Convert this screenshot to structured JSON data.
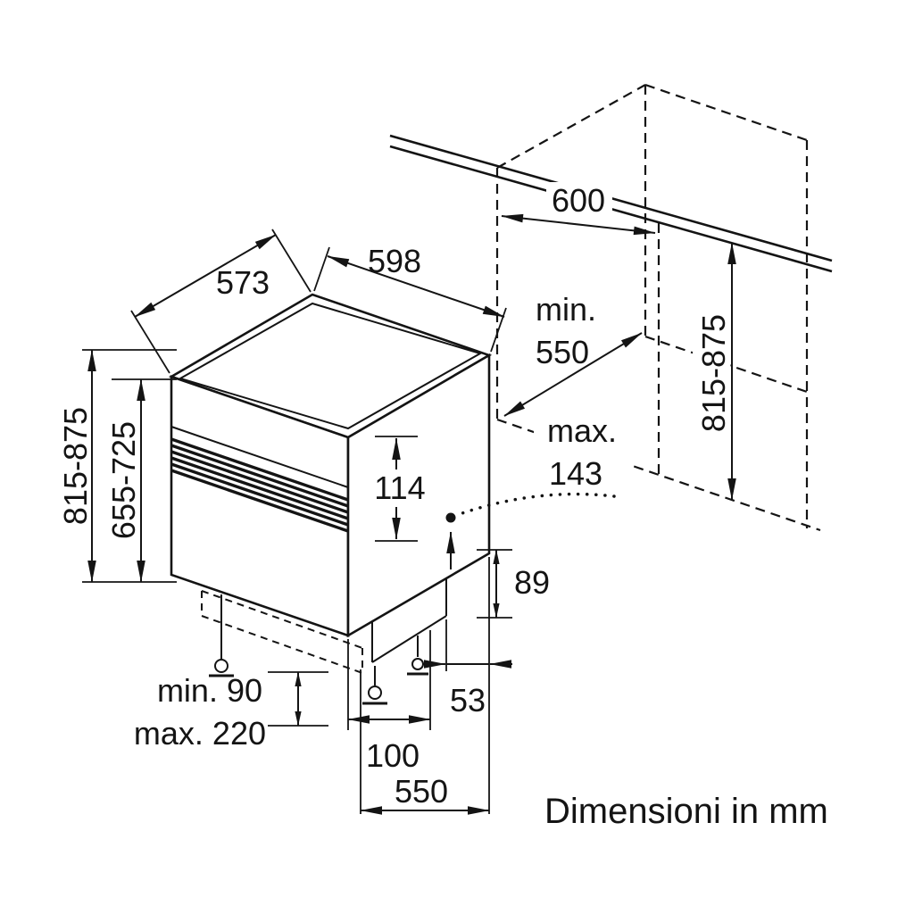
{
  "caption": "Dimensioni in mm",
  "appliance": {
    "depth": "573",
    "width": "598",
    "overall_height": "815-875",
    "door_panel_height": "655-725",
    "control_panel_height": "114",
    "handle_max_label": "max.",
    "handle_max_value": "143",
    "base_rear_height": "89",
    "base_rear_inset": "53",
    "plinth_min": "min. 90",
    "plinth_max": "max. 220",
    "plinth_recess_depth": "100",
    "base_depth": "550"
  },
  "niche": {
    "width": "600",
    "depth_label": "min.",
    "depth_value": "550",
    "height": "815-875"
  }
}
